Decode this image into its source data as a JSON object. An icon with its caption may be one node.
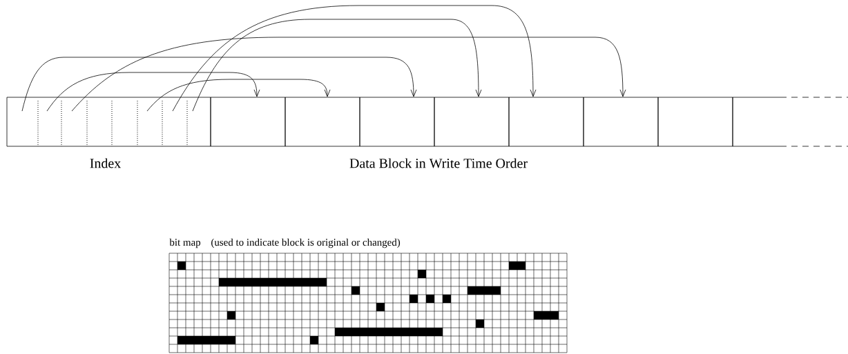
{
  "diagram": {
    "nodes": [
      {
        "text": [
          "Index"
        ]
      },
      {
        "text": [],
        "shape": "box"
      },
      {
        "text": [],
        "shape": "box"
      },
      {
        "text": [],
        "shape": "box"
      },
      {
        "text": [],
        "shape": "box"
      },
      {
        "text": [],
        "shape": "box"
      },
      {
        "text": [],
        "shape": "box"
      },
      {
        "text": [],
        "shape": "box"
      },
      {
        "text": [],
        "shape": "box"
      }
    ],
    "edges": [
      {
        "from": 0,
        "to": 3,
        "arrow": "to"
      },
      {
        "from": 0,
        "to": 1,
        "arrow": "to"
      },
      {
        "from": 0,
        "to": 6,
        "arrow": "to"
      },
      {
        "from": 0,
        "to": 2,
        "arrow": "to"
      },
      {
        "from": 0,
        "to": 5,
        "arrow": "to"
      },
      {
        "from": 0,
        "to": 4,
        "arrow": "to"
      }
    ],
    "labels": [
      "Data Block in Write Time Order",
      "bit map",
      "(used to indicate block is original or changed)"
    ]
  }
}
